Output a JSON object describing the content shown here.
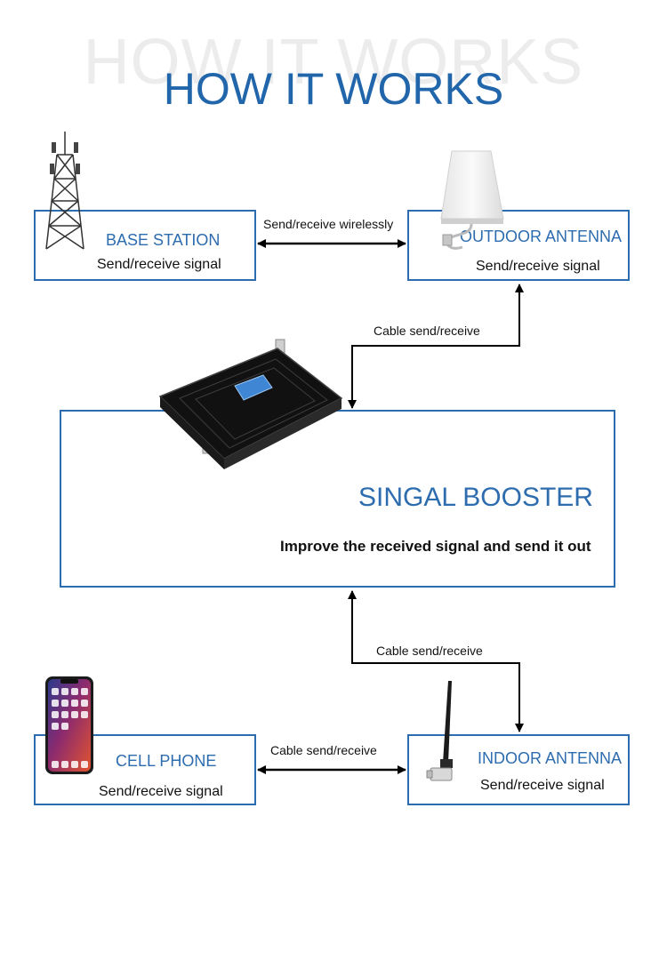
{
  "header": {
    "watermark": "HOW IT WORKS",
    "title": "HOW IT WORKS"
  },
  "nodes": {
    "base_station": {
      "title": "BASE STATION",
      "subtitle": "Send/receive signal",
      "icon": "cell-tower-icon"
    },
    "outdoor_antenna": {
      "title": "OUTDOOR ANTENNA",
      "subtitle": "Send/receive signal",
      "icon": "panel-antenna-icon"
    },
    "booster": {
      "title": "SINGAL BOOSTER",
      "subtitle": "Improve the received signal and send it out",
      "icon": "repeater-device-icon"
    },
    "cell_phone": {
      "title": "CELL PHONE",
      "subtitle": "Send/receive signal",
      "icon": "smartphone-icon"
    },
    "indoor_antenna": {
      "title": "INDOOR ANTENNA",
      "subtitle": "Send/receive signal",
      "icon": "whip-antenna-icon"
    }
  },
  "edges": {
    "base_outdoor": "Send/receive wirelessly",
    "outdoor_booster": "Cable send/receive",
    "booster_indoor": "Cable send/receive",
    "phone_indoor": "Cable send/receive"
  },
  "colors": {
    "accent": "#2d6cae",
    "title": "#2166ab",
    "arrow": "#000000"
  }
}
